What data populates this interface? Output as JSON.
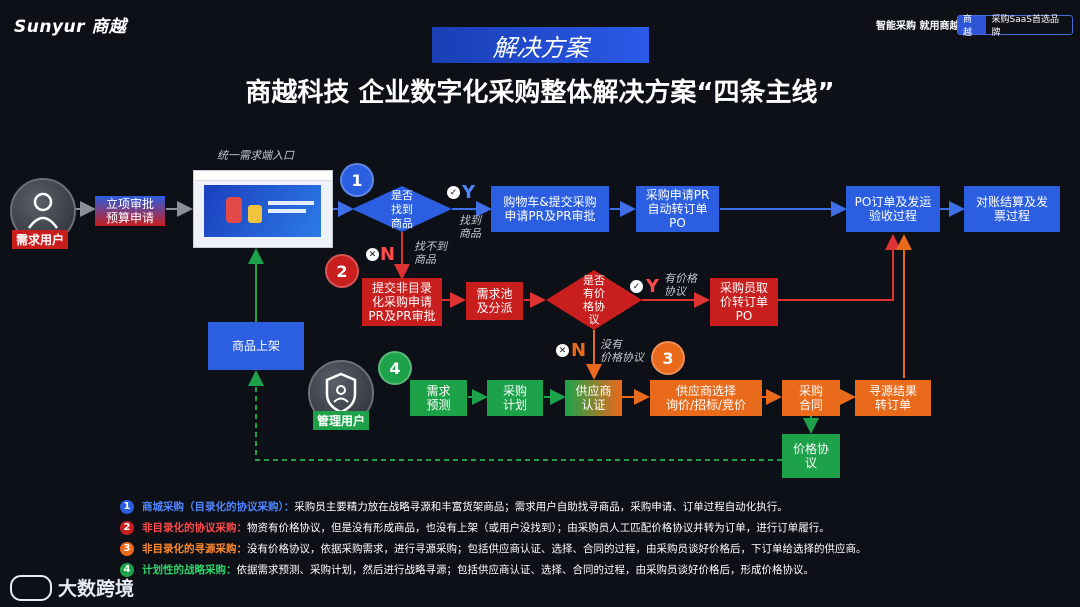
{
  "header": {
    "logo": "Sunyur 商越",
    "slogan": "智能采购 就用商越",
    "tag_left": "商越",
    "tag_right": "采购SaaS首选品牌"
  },
  "banner": "解决方案",
  "title": "商越科技 企业数字化采购整体解决方案“四条主线”",
  "portal_caption": "统一需求端入口",
  "actors": {
    "requester": "需求用户",
    "manager": "管理用户"
  },
  "nodes": {
    "approval": "立项审批\n预算申请",
    "found_q": "是否\n找到\n商品",
    "cart": "购物车&提交采购\n申请PR及PR审批",
    "auto_po": "采购申请PR\n自动转订单\nPO",
    "po_accept": "PO订单及发运\n验收过程",
    "settle": "对账结算及发\n票过程",
    "nonlist_pr": "提交非目录\n化采购申请\nPR及PR审批",
    "pool": "需求池\n及分派",
    "contract_q": "是否\n有价\n格协\n议",
    "buyer_po": "采购员取\n价转订单\nPO",
    "listing": "商品上架",
    "forecast": "需求\n预测",
    "plan": "采购\n计划",
    "supplier_cert": "供应商\n认证",
    "supplier_select": "供应商选择\n询价/招标/竞价",
    "contract": "采购\n合同",
    "sourcing_result": "寻源结果\n转订单",
    "price_agreement": "价格协\n议"
  },
  "edge_labels": {
    "y": "Y",
    "n": "N",
    "found": "找到\n商品",
    "not_found": "找不到\n商品",
    "has_agreement": "有价格\n协议",
    "no_agreement": "没有\n价格协议"
  },
  "markers": [
    "1",
    "2",
    "3",
    "4"
  ],
  "legend": [
    {
      "num": "1",
      "head": "商城采购（目录化的协议采购）：",
      "body": "采购员主要精力放在战略寻源和丰富货架商品；需求用户自助找寻商品，采购申请、订单过程自动化执行。",
      "color": "#2b5ee0",
      "head_color": "#4f86ff"
    },
    {
      "num": "2",
      "head": "非目录化的协议采购：",
      "body": "物资有价格协议，但是没有形成商品，也没有上架（或用户没找到）；由采购员人工匹配价格协议并转为订单，进行订单履行。",
      "color": "#c81e1e",
      "head_color": "#ff4a4a"
    },
    {
      "num": "3",
      "head": "非目录化的寻源采购：",
      "body": "没有价格协议，依据采购需求，进行寻源采购；包括供应商认证、选择、合同的过程，由采购员谈好价格后，下订单给选择的供应商。",
      "color": "#ea6a1c",
      "head_color": "#ff8a30"
    },
    {
      "num": "4",
      "head": "计划性的战略采购：",
      "body": "依据需求预测、采购计划，然后进行战略寻源；包括供应商认证、选择、合同的过程，由采购员谈好价格后，形成价格协议。",
      "color": "#1da24a",
      "head_color": "#2fd36a"
    }
  ],
  "watermark": "大数跨境"
}
